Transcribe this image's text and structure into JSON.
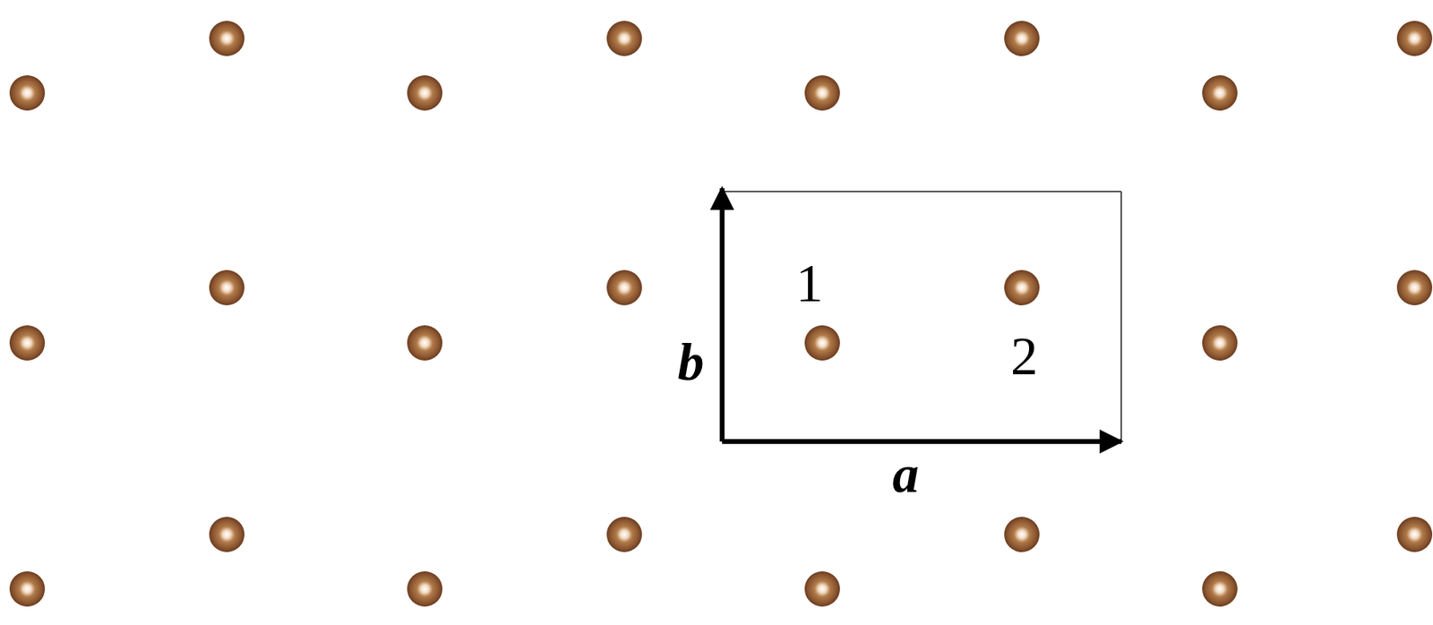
{
  "diagram": {
    "labels": [
      "1",
      "b",
      "2",
      "a"
    ]
  }
}
